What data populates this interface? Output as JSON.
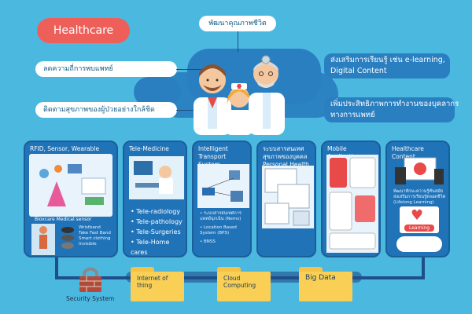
{
  "title": "Healthcare",
  "top_tag": "พัฒนาคุณภาพชีวิต",
  "left_tag_1": "ลดความถี่การพบแพทย์",
  "left_tag_2": "ติดตามสุขภาพของผู้ป่วยอย่างใกล้ชิด",
  "right_tag_1_line1": "ส่งเสริมการเรียนรู้ เช่น e-learning,",
  "right_tag_1_line2": "Digital Content",
  "right_tag_2_line1": "เพิ่มประสิทธิภาพการทำงานของบุคลากร",
  "right_tag_2_line2": "ทางการแพทย์",
  "panels": [
    {
      "title": "RFID, Sensor, Wearable device",
      "caption": "Bioxcare Medical sensor",
      "items": [
        "Wristband",
        "Take Fast Band",
        "Smart clothing",
        "Invisible"
      ]
    },
    {
      "title": "Tele-Medicine",
      "items": [
        "Tele-radiology",
        "Tele-pathology",
        "Tele-Surgeries",
        "Tele-Home cares"
      ]
    },
    {
      "title_line1": "Intelligent Transport",
      "title_line2": "System",
      "items": [
        "ระบบสารสนเทศการแพทย์ฉุกเฉิน (Nems)",
        "Location Based System (BPS)",
        "BNSS"
      ]
    },
    {
      "title_line1": "ระบบสารสนเทศสุขภาพของบุคคล",
      "title_line2": "Personal Health Record"
    },
    {
      "title": "Mobile Application"
    },
    {
      "title": "Healthcare Content",
      "caption": "พัฒนาทักษะความรู้ทันสมัย ส่งเสริมการเรียนรู้ตลอดชีวิต (Lifelong Learning)",
      "badge": "Learning"
    }
  ],
  "bottom": {
    "security": "Security System",
    "folders": [
      "Internet of thing",
      "Cloud Computing",
      "Big Data"
    ]
  },
  "colors": {
    "background": "#4bb8e0",
    "panel": "#2173b8",
    "accent": "#ef5f5a",
    "folder": "#f9cf55"
  }
}
